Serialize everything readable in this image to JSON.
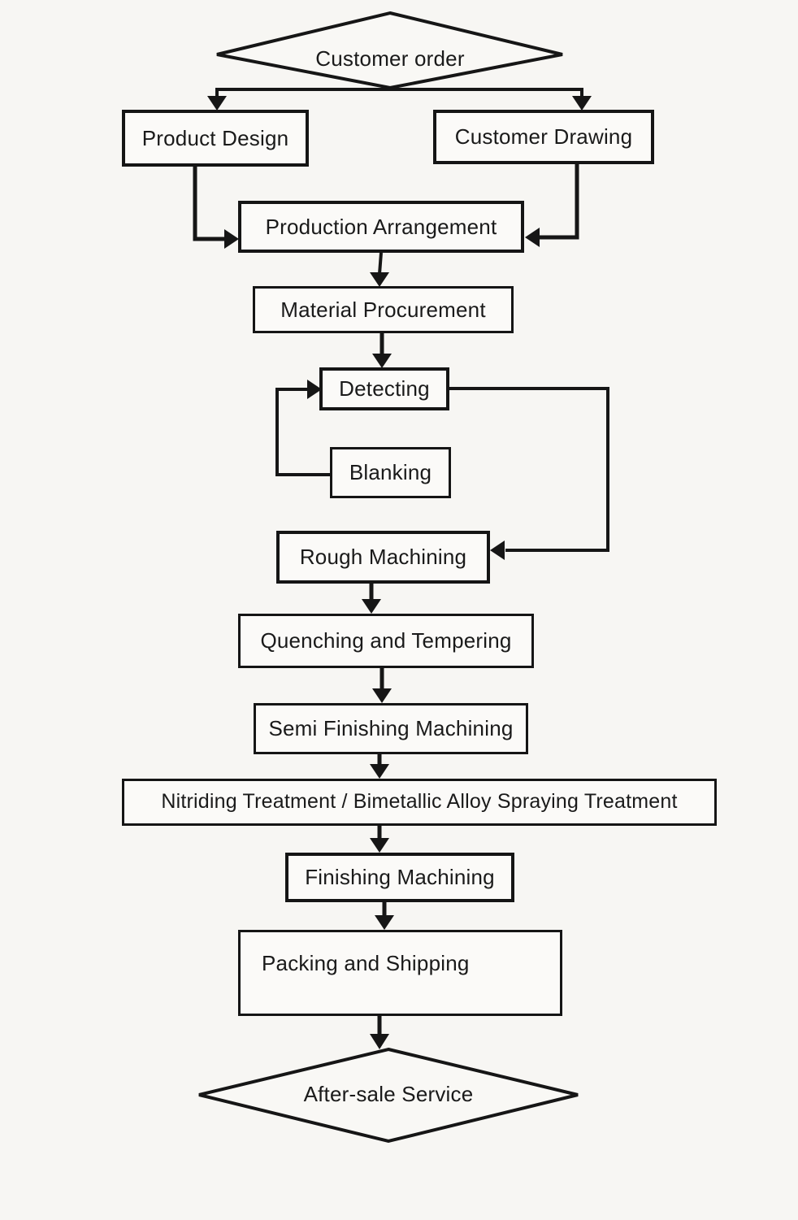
{
  "title": "Production process flowchart",
  "colors": {
    "background": "#f7f6f3",
    "node_fill": "#fbfaf8",
    "stroke": "#161616",
    "text": "#1a1a1a"
  },
  "nodes": {
    "customer_order": {
      "label": "Customer order",
      "shape": "diamond"
    },
    "product_design": {
      "label": "Product Design",
      "shape": "rect"
    },
    "customer_drawing": {
      "label": "Customer Drawing",
      "shape": "rect"
    },
    "production_arrangement": {
      "label": "Production Arrangement",
      "shape": "rect"
    },
    "material_procurement": {
      "label": "Material Procurement",
      "shape": "rect"
    },
    "detecting": {
      "label": "Detecting",
      "shape": "rect"
    },
    "blanking": {
      "label": "Blanking",
      "shape": "rect"
    },
    "rough_machining": {
      "label": "Rough Machining",
      "shape": "rect"
    },
    "quenching_and_tempering": {
      "label": "Quenching and Tempering",
      "shape": "rect"
    },
    "semi_finishing_machining": {
      "label": "Semi Finishing Machining",
      "shape": "rect"
    },
    "nitriding_treatment": {
      "label": "Nitriding Treatment / Bimetallic Alloy Spraying Treatment",
      "shape": "rect"
    },
    "finishing_machining": {
      "label": "Finishing Machining",
      "shape": "rect"
    },
    "packing_and_shipping": {
      "label": "Packing and Shipping",
      "shape": "rect"
    },
    "after_sale_service": {
      "label": "After-sale Service",
      "shape": "diamond"
    }
  },
  "edges": [
    {
      "from": "customer_order",
      "to": "product_design"
    },
    {
      "from": "customer_order",
      "to": "customer_drawing"
    },
    {
      "from": "product_design",
      "to": "production_arrangement"
    },
    {
      "from": "customer_drawing",
      "to": "production_arrangement"
    },
    {
      "from": "production_arrangement",
      "to": "material_procurement"
    },
    {
      "from": "material_procurement",
      "to": "detecting"
    },
    {
      "from": "blanking",
      "to": "detecting"
    },
    {
      "from": "detecting",
      "to": "rough_machining"
    },
    {
      "from": "rough_machining",
      "to": "quenching_and_tempering"
    },
    {
      "from": "quenching_and_tempering",
      "to": "semi_finishing_machining"
    },
    {
      "from": "semi_finishing_machining",
      "to": "nitriding_treatment"
    },
    {
      "from": "nitriding_treatment",
      "to": "finishing_machining"
    },
    {
      "from": "finishing_machining",
      "to": "packing_and_shipping"
    },
    {
      "from": "packing_and_shipping",
      "to": "after_sale_service"
    }
  ]
}
